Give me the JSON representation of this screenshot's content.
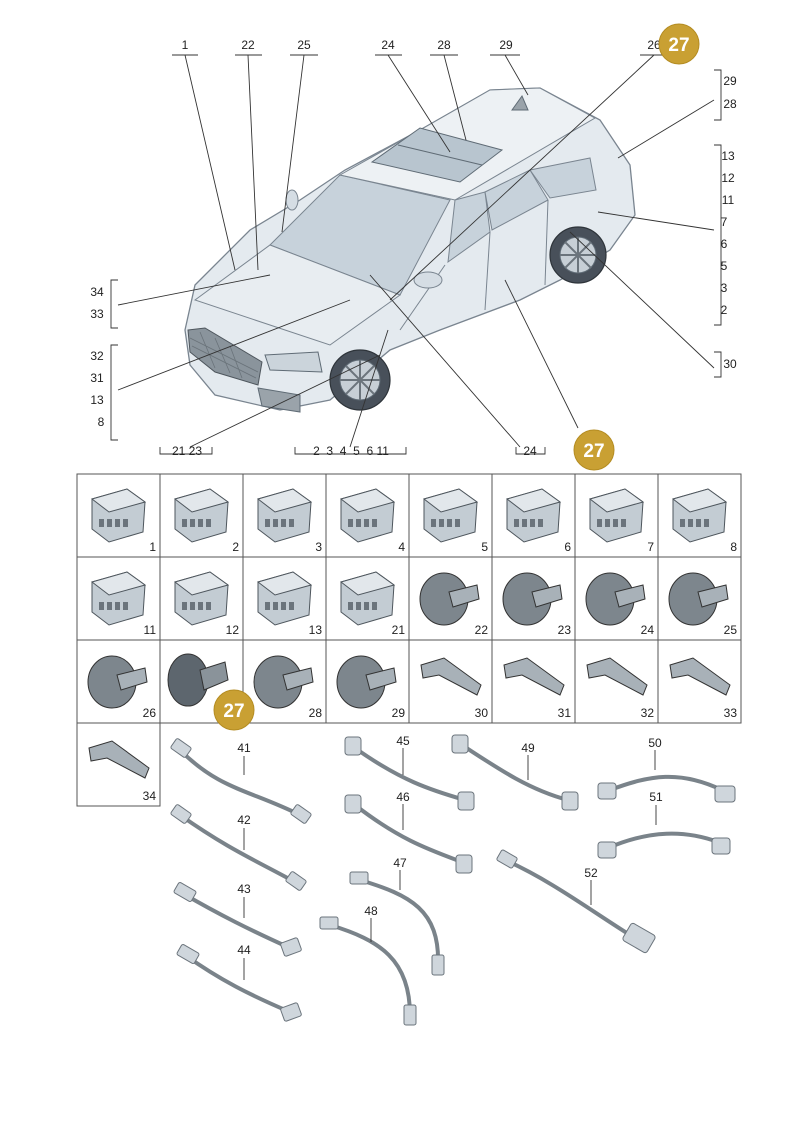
{
  "car_callouts": {
    "top": [
      "1",
      "22",
      "25",
      "24",
      "28",
      "29",
      "26"
    ],
    "right_upper": [
      "29",
      "28"
    ],
    "right_middle": [
      "13",
      "12",
      "11",
      "7",
      "6",
      "5",
      "3",
      "2"
    ],
    "right_lower": [
      "30"
    ],
    "left_upper": [
      "34",
      "33"
    ],
    "left_lower": [
      "32",
      "31",
      "13",
      "8"
    ],
    "bottom": [
      "21 23",
      "2  3  4  5  6 11",
      "24"
    ]
  },
  "badges": [
    "27",
    "27",
    "27"
  ],
  "part_cells": [
    "1",
    "2",
    "3",
    "4",
    "5",
    "6",
    "7",
    "8",
    "11",
    "12",
    "13",
    "21",
    "22",
    "23",
    "24",
    "25",
    "26",
    "28",
    "29",
    "30",
    "31",
    "32",
    "33",
    "34"
  ],
  "cable_labels": [
    "41",
    "42",
    "43",
    "44",
    "45",
    "46",
    "47",
    "48",
    "49",
    "50",
    "51",
    "52"
  ],
  "colors": {
    "badge": "#c9a033",
    "car_body": "#dfe6ec",
    "grid_border": "#555555",
    "cable": "#cfd6dc"
  }
}
